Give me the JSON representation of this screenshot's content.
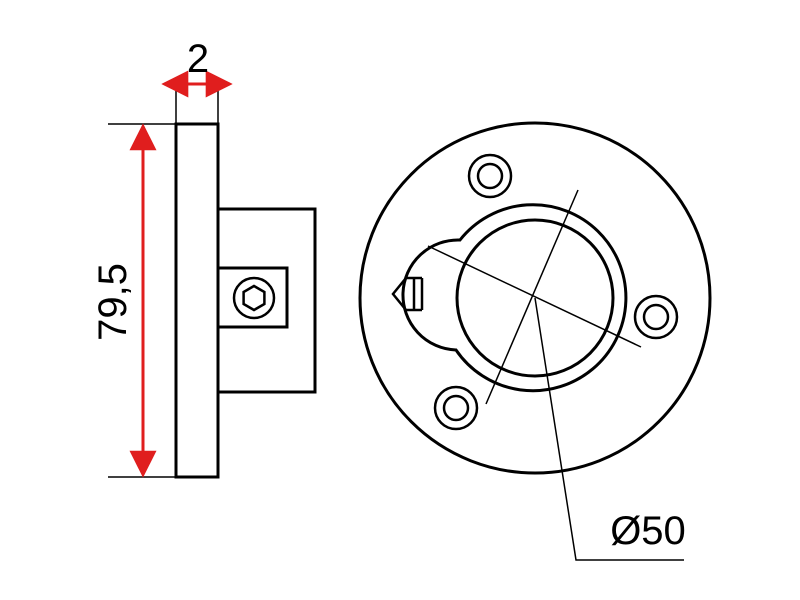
{
  "dimensions": {
    "thickness": "2",
    "height": "79,5",
    "diameter": "Ø50"
  },
  "colors": {
    "line": "#000000",
    "dimension_arrow": "#e01e1e",
    "background": "#ffffff"
  },
  "icons": [
    "hex-socket-icon",
    "mounting-hole-icon"
  ]
}
